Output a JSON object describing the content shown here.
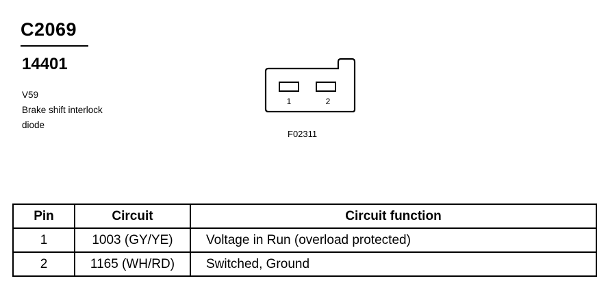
{
  "connector": {
    "id": "C2069",
    "part_number": "14401",
    "location_code": "V59",
    "description_lines": [
      "Brake shift interlock",
      "diode"
    ]
  },
  "diagram": {
    "figure_code": "F02311",
    "pin_labels": [
      "1",
      "2"
    ]
  },
  "table": {
    "headers": [
      "Pin",
      "Circuit",
      "Circuit function"
    ],
    "rows": [
      {
        "pin": "1",
        "circuit": "1003 (GY/YE)",
        "function": "Voltage in Run (overload protected)"
      },
      {
        "pin": "2",
        "circuit": "1165 (WH/RD)",
        "function": "Switched, Ground"
      }
    ]
  }
}
